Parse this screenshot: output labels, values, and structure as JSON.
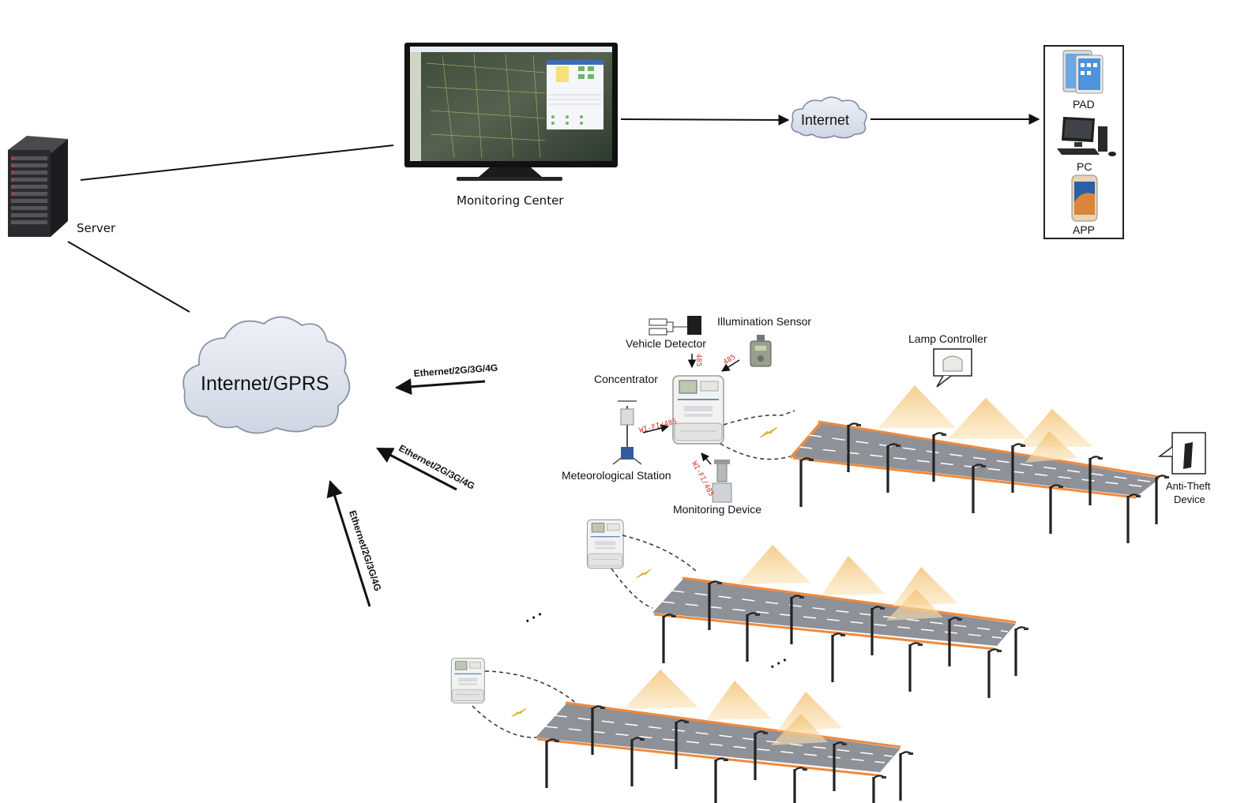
{
  "nodes": {
    "server": "Server",
    "monitoring_center": "Monitoring Center",
    "internet": "Internet",
    "internet_gprs": "Internet/GPRS",
    "pad": "PAD",
    "pc": "PC",
    "app": "APP",
    "vehicle_detector": "Vehicle Detector",
    "illumination_sensor": "Illumination Sensor",
    "lamp_controller": "Lamp Controller",
    "concentrator": "Concentrator",
    "meteorological_station": "Meteorological Station",
    "monitoring_device": "Monitoring Device",
    "anti_theft_line1": "Anti-Theft",
    "anti_theft_line2": "Device"
  },
  "links": {
    "top": "Ethernet/2G/3G/4G",
    "middle": "Ethernet/2G/3G/4G",
    "bottom": "Ethernet/2G/3G/4G",
    "rs485_vehicle": "485",
    "rs485_illum": "485",
    "wifi_met": "WI-FI/485",
    "wifi_mon": "WI-FI/485"
  },
  "ellipsis": "…",
  "colors": {
    "line": "#111111",
    "cloud": "#dfe4ee",
    "cloud_stroke": "#8a93a6",
    "road": "#8c8f96",
    "road_edge": "#f08a3c",
    "light_beam": "#f6cc82",
    "red_label": "#d4372c",
    "bolt": "#f2c623"
  }
}
